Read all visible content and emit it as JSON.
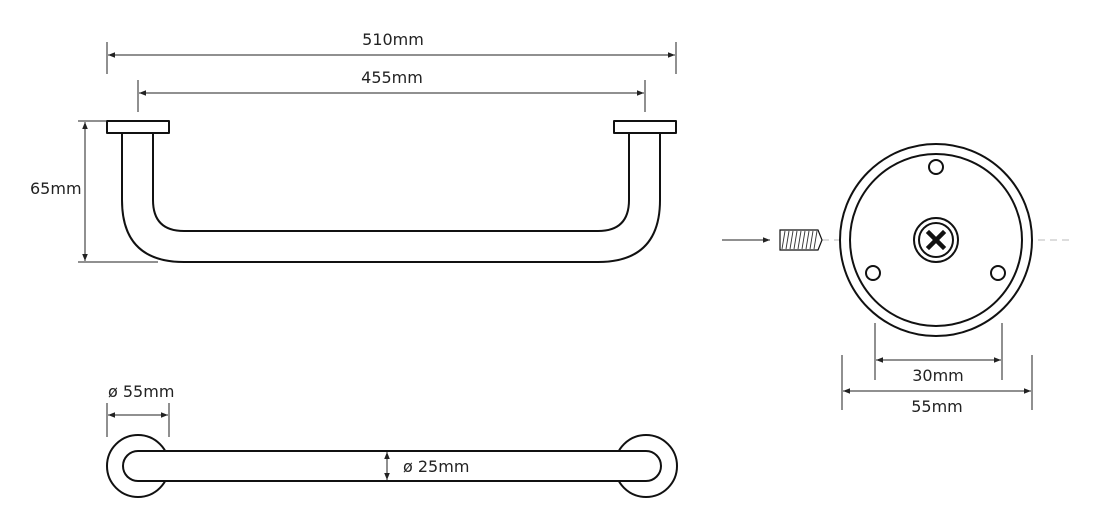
{
  "dimensions": {
    "overall_length": "510mm",
    "center_length": "455mm",
    "projection": "65mm",
    "flange_diameter": "ø 55mm",
    "tube_diameter": "ø 25mm",
    "hole_spacing": "30mm",
    "rosette_diameter": "55mm"
  },
  "colors": {
    "line": "#111111",
    "centerline": "#bbbbbb"
  }
}
